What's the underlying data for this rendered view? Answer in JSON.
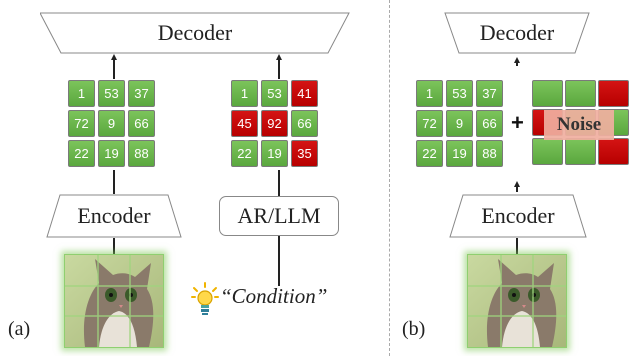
{
  "panel_a": {
    "label": "(a)",
    "decoder": "Decoder",
    "encoder": "Encoder",
    "ar_llm": "AR/LLM",
    "condition": "“Condition”",
    "grid_left": [
      {
        "v": "1",
        "c": "green"
      },
      {
        "v": "53",
        "c": "green"
      },
      {
        "v": "37",
        "c": "green"
      },
      {
        "v": "72",
        "c": "green"
      },
      {
        "v": "9",
        "c": "green"
      },
      {
        "v": "66",
        "c": "green"
      },
      {
        "v": "22",
        "c": "green"
      },
      {
        "v": "19",
        "c": "green"
      },
      {
        "v": "88",
        "c": "green"
      }
    ],
    "grid_right": [
      {
        "v": "1",
        "c": "green"
      },
      {
        "v": "53",
        "c": "green"
      },
      {
        "v": "41",
        "c": "red"
      },
      {
        "v": "45",
        "c": "red"
      },
      {
        "v": "92",
        "c": "red"
      },
      {
        "v": "66",
        "c": "green"
      },
      {
        "v": "22",
        "c": "green"
      },
      {
        "v": "19",
        "c": "green"
      },
      {
        "v": "35",
        "c": "red"
      }
    ]
  },
  "panel_b": {
    "label": "(b)",
    "decoder": "Decoder",
    "encoder": "Encoder",
    "plus": "+",
    "noise": "Noise",
    "grid_left": [
      {
        "v": "1",
        "c": "green"
      },
      {
        "v": "53",
        "c": "green"
      },
      {
        "v": "37",
        "c": "green"
      },
      {
        "v": "72",
        "c": "green"
      },
      {
        "v": "9",
        "c": "green"
      },
      {
        "v": "66",
        "c": "green"
      },
      {
        "v": "22",
        "c": "green"
      },
      {
        "v": "19",
        "c": "green"
      },
      {
        "v": "88",
        "c": "green"
      }
    ],
    "grid_noise": [
      {
        "v": "",
        "c": "green"
      },
      {
        "v": "",
        "c": "green"
      },
      {
        "v": "",
        "c": "red"
      },
      {
        "v": "",
        "c": "red"
      },
      {
        "v": "",
        "c": "green"
      },
      {
        "v": "",
        "c": "green"
      },
      {
        "v": "",
        "c": "green"
      },
      {
        "v": "",
        "c": "green"
      },
      {
        "v": "",
        "c": "red"
      }
    ]
  },
  "colors": {
    "token_green": "#6bb54c",
    "token_red": "#c40606",
    "divider": "#aaaaaa",
    "glow": "#8fcf70"
  },
  "icons": {
    "condition": "lightbulb-icon",
    "image": "cat-photo"
  }
}
